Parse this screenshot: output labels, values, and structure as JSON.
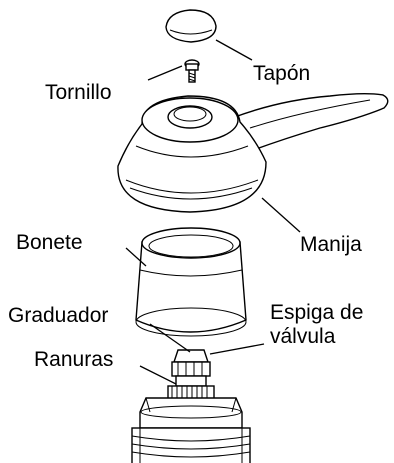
{
  "labels": {
    "tapon": "Tapón",
    "tornillo": "Tornillo",
    "manija": "Manija",
    "bonete": "Bonete",
    "graduador": "Graduador",
    "espiga_line1": "Espiga de",
    "espiga_line2": "válvula",
    "ranuras": "Ranuras"
  }
}
